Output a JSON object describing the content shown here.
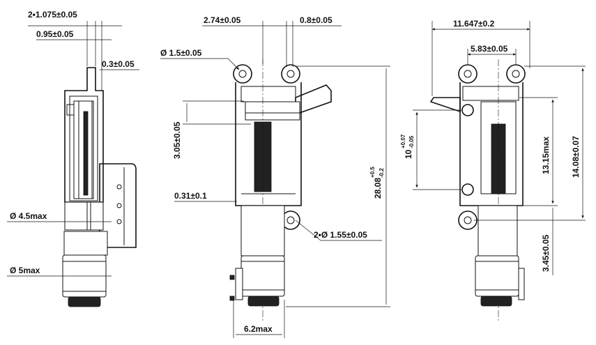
{
  "dimensions": {
    "pitch_2x": "2•1.075±0.05",
    "width_095": "0.95±0.05",
    "thickness_03": "0.3±0.05",
    "dia_45max": "Ø 4.5max",
    "dia_5max": "Ø 5max",
    "dim_274": "2.74±0.05",
    "dim_08": "0.8±0.05",
    "dia_15": "Ø 1.5±0.05",
    "dim_305": "3.05±0.05",
    "dim_031": "0.31±0.1",
    "dim_2808": "28.08",
    "dim_2808_tol_upper": "+0.5",
    "dim_2808_tol_lower": "-0.2",
    "hole_2x": "2•Ø 1.55±0.05",
    "dim_62max": "6.2max",
    "dim_11647": "11.647±0.2",
    "dim_583": "5.83±0.05",
    "dim_10": "10",
    "dim_10_tol_upper": "+0.07",
    "dim_10_tol_lower": "-0.05",
    "dim_1315max": "13.15max",
    "dim_1408": "14.08±0.07",
    "dim_345": "3.45±0.05"
  }
}
